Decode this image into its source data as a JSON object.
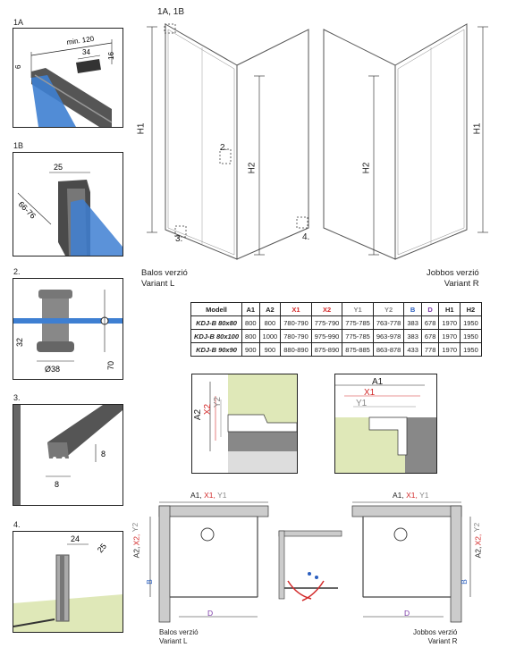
{
  "details": {
    "d1a": {
      "tag": "1A",
      "dims": [
        "min. 120",
        "34",
        "6",
        "16"
      ]
    },
    "d1b": {
      "tag": "1B",
      "dims": [
        "25",
        "66-76"
      ]
    },
    "d2": {
      "tag": "2.",
      "dims": [
        "32",
        "Ø38",
        "70"
      ]
    },
    "d3": {
      "tag": "3.",
      "dims": [
        "8",
        "8"
      ]
    },
    "d4": {
      "tag": "4.",
      "dims": [
        "24",
        "25"
      ]
    }
  },
  "main": {
    "callout_top": "1A, 1B",
    "callout_2": "2.",
    "callout_3": "3.",
    "callout_4": "4.",
    "h1": "H1",
    "h2": "H2",
    "left_variant": [
      "Balos verzió",
      "Variant L"
    ],
    "right_variant": [
      "Jobbos verzió",
      "Variant R"
    ]
  },
  "table": {
    "headers": [
      "Modell",
      "A1",
      "A2",
      "X1",
      "X2",
      "Y1",
      "Y2",
      "B",
      "D",
      "H1",
      "H2"
    ],
    "rows": [
      [
        "KDJ-B 80x80",
        "800",
        "800",
        "780-790",
        "775-790",
        "775-785",
        "763-778",
        "383",
        "678",
        "1970",
        "1950"
      ],
      [
        "KDJ-B 80x100",
        "800",
        "1000",
        "780-790",
        "975-990",
        "775-785",
        "963-978",
        "383",
        "678",
        "1970",
        "1950"
      ],
      [
        "KDJ-B 90x90",
        "900",
        "900",
        "880-890",
        "875-890",
        "875-885",
        "863-878",
        "433",
        "778",
        "1970",
        "1950"
      ]
    ]
  },
  "sections": {
    "a2": "A2",
    "x2": "X2",
    "y2": "Y2",
    "a1": "A1",
    "x1": "X1",
    "y1": "Y1"
  },
  "plans": {
    "top_a1": "A1,",
    "top_x1": "X1,",
    "top_y1": "Y1",
    "side_a2": "A2,",
    "side_x2": "X2,",
    "side_y2": "Y2",
    "b": "B",
    "d": "D",
    "left_variant": [
      "Balos verzió",
      "Variant L"
    ],
    "right_variant": [
      "Jobbos verzió",
      "Variant R"
    ]
  },
  "colors": {
    "x": "#d32b2b",
    "y": "#888888",
    "b": "#2b5fbf",
    "d": "#7b3aa8",
    "glass": "#4a8fd8",
    "floor": "#dfe8b8"
  }
}
